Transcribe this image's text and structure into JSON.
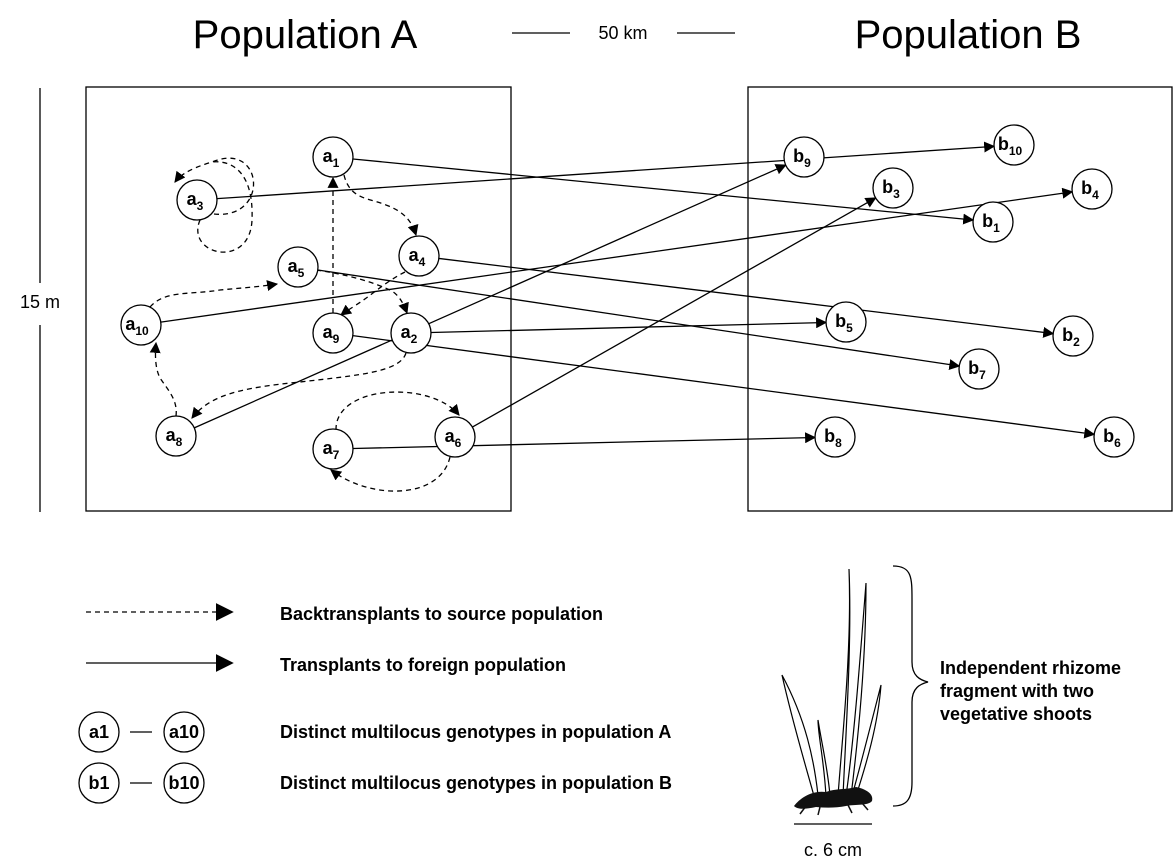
{
  "titles": {
    "population_a": "Population A",
    "population_b": "Population B"
  },
  "distance": {
    "label": "50 km"
  },
  "height": {
    "label": "15 m"
  },
  "legend": {
    "backtransplant": "Backtransplants to source population",
    "transplant": "Transplants to foreign population",
    "genotypes_a": {
      "from": "a1",
      "to": "a10",
      "text": "Distinct multilocus genotypes in population A"
    },
    "genotypes_b": {
      "from": "b1",
      "to": "b10",
      "text": "Distinct multilocus genotypes in population B"
    }
  },
  "plant": {
    "label": [
      "Independent rhizome",
      "fragment with two",
      "vegetative shoots"
    ],
    "scale": "c. 6 cm"
  },
  "nodes": [
    {
      "id": "a1",
      "letter": "a",
      "sub": "1"
    },
    {
      "id": "a2",
      "letter": "a",
      "sub": "2"
    },
    {
      "id": "a3",
      "letter": "a",
      "sub": "3"
    },
    {
      "id": "a4",
      "letter": "a",
      "sub": "4"
    },
    {
      "id": "a5",
      "letter": "a",
      "sub": "5"
    },
    {
      "id": "a6",
      "letter": "a",
      "sub": "6"
    },
    {
      "id": "a7",
      "letter": "a",
      "sub": "7"
    },
    {
      "id": "a8",
      "letter": "a",
      "sub": "8"
    },
    {
      "id": "a9",
      "letter": "a",
      "sub": "9"
    },
    {
      "id": "a10",
      "letter": "a",
      "sub": "10"
    },
    {
      "id": "b1",
      "letter": "b",
      "sub": "1"
    },
    {
      "id": "b2",
      "letter": "b",
      "sub": "2"
    },
    {
      "id": "b3",
      "letter": "b",
      "sub": "3"
    },
    {
      "id": "b4",
      "letter": "b",
      "sub": "4"
    },
    {
      "id": "b5",
      "letter": "b",
      "sub": "5"
    },
    {
      "id": "b6",
      "letter": "b",
      "sub": "6"
    },
    {
      "id": "b7",
      "letter": "b",
      "sub": "7"
    },
    {
      "id": "b8",
      "letter": "b",
      "sub": "8"
    },
    {
      "id": "b9",
      "letter": "b",
      "sub": "9"
    },
    {
      "id": "b10",
      "letter": "b",
      "sub": "10"
    }
  ],
  "transplants": [
    {
      "from": "a1",
      "to": "b1"
    },
    {
      "from": "a2",
      "to": "b5"
    },
    {
      "from": "a3",
      "to": "b10"
    },
    {
      "from": "a4",
      "to": "b2"
    },
    {
      "from": "a5",
      "to": "b7"
    },
    {
      "from": "a6",
      "to": "b3"
    },
    {
      "from": "a7",
      "to": "b8"
    },
    {
      "from": "a8",
      "to": "b9"
    },
    {
      "from": "a9",
      "to": "b6"
    },
    {
      "from": "a10",
      "to": "b4"
    }
  ],
  "backtransplants": [
    {
      "from": "a3",
      "to": "a3"
    },
    {
      "from": "a1",
      "to": "a4"
    },
    {
      "from": "a4",
      "to": "a9"
    },
    {
      "from": "a9",
      "to": "a1"
    },
    {
      "from": "a10",
      "to": "a5"
    },
    {
      "from": "a5",
      "to": "a2"
    },
    {
      "from": "a2",
      "to": "a8"
    },
    {
      "from": "a8",
      "to": "a10"
    },
    {
      "from": "a7",
      "to": "a6"
    },
    {
      "from": "a6",
      "to": "a7"
    }
  ]
}
